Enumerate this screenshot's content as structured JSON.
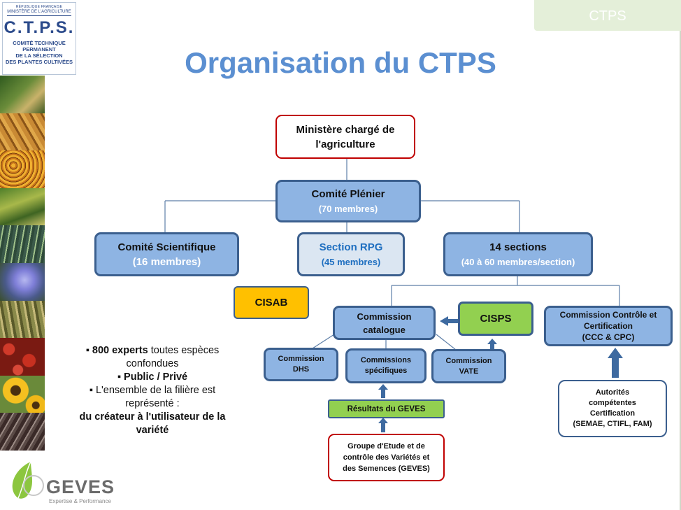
{
  "header_tag": "CTPS",
  "logo": {
    "line1": "RÉPUBLIQUE FRANÇAISE",
    "line2": "MINISTÈRE DE L'AGRICULTURE",
    "acronym": "C.T.P.S.",
    "line3": "COMITÉ TECHNIQUE",
    "line4": "PERMANENT",
    "line5": "DE LA SÉLECTION",
    "line6": "DES PLANTES CULTIVÉES"
  },
  "title": "Organisation du CTPS",
  "nodes": {
    "ministere": {
      "line1": "Ministère chargé de",
      "line2": "l'agriculture"
    },
    "comite_plenier": {
      "name": "Comité Plénier",
      "members": "(70 membres)"
    },
    "comite_scientifique": {
      "name": "Comité Scientifique",
      "members": "(16 membres)"
    },
    "section_rpg": {
      "name": "Section RPG",
      "members": "(45 membres)"
    },
    "sections14": {
      "name": "14 sections",
      "members": "(40 à 60 membres/section)"
    },
    "cisab": "CISAB",
    "commission_catalogue": {
      "line1": "Commission",
      "line2": "catalogue"
    },
    "cisps": "CISPS",
    "commission_controle": {
      "line1": "Commission Contrôle et",
      "line2": "Certification",
      "line3": "(CCC & CPC)"
    },
    "commission_dhs": {
      "line1": "Commission",
      "line2": "DHS"
    },
    "commissions_specifiques": {
      "line1": "Commissions",
      "line2": "spécifiques"
    },
    "commission_vate": {
      "line1": "Commission",
      "line2": "VATE"
    },
    "resultats_geves": "Résultats du GEVES",
    "groupe_etude": {
      "line1": "Groupe d'Etude et de",
      "line2": "contrôle des Variétés et",
      "line3": "des Semences (GEVES)"
    },
    "autorites": {
      "line1": "Autorités",
      "line2": "compétentes",
      "line3": "Certification",
      "line4": "(SEMAE, CTIFL, FAM)"
    }
  },
  "bullets": {
    "b1_bold": "800 experts",
    "b1_rest": " toutes espèces",
    "b1_line2": "confondues",
    "b2": "Public / Privé",
    "b3_line1": "L'ensemble de la filière est",
    "b3_line2": "représenté :",
    "b4_line1": "du créateur à l'utilisateur de la",
    "b4_line2": "variété"
  },
  "footer_logo": {
    "name": "GEVES",
    "tagline": "Expertise & Performance"
  },
  "colors": {
    "node_blue": "#8eb4e3",
    "node_border": "#3b5f8e",
    "green": "#92d050",
    "orange": "#ffc000",
    "red_border": "#c00000",
    "title": "#5b8fd1"
  }
}
